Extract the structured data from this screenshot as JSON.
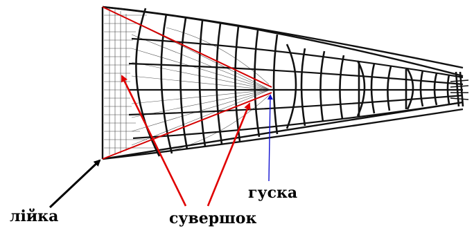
{
  "labels": {
    "funnel_mouth": "лійка",
    "inner_funnel": "сувершок",
    "neck": "гуска"
  },
  "colors": {
    "net_lines": "#111111",
    "inner_cone": "#d40000",
    "pointer_red": "#e00000",
    "pointer_blue": "#1010d0",
    "pointer_black": "#000000"
  }
}
